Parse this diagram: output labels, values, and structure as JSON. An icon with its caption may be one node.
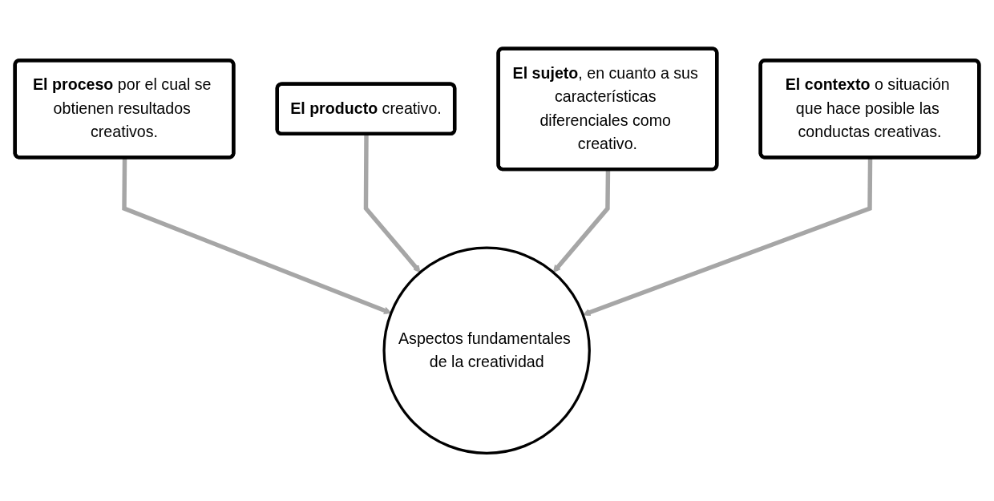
{
  "diagram": {
    "nodes": [
      {
        "text": [
          "**El proceso** por el cual se obtienen resultados creativos."
        ]
      },
      {
        "text": [
          "**El producto** creativo."
        ]
      },
      {
        "text": [
          "**El sujeto**, en cuanto a sus características diferenciales como creativo."
        ]
      },
      {
        "text": [
          "**El contexto** o situación que hace posible las conductas creativas."
        ]
      },
      {
        "text": [
          "Aspectos fundamentales de la creatividad"
        ]
      }
    ],
    "edges": [
      {
        "from": 0,
        "to": 4,
        "arrow": "to",
        "color": "#a6a6a6"
      },
      {
        "from": 1,
        "to": 4,
        "arrow": "to",
        "color": "#a6a6a6"
      },
      {
        "from": 2,
        "to": 4,
        "arrow": "to",
        "color": "#a6a6a6"
      },
      {
        "from": 3,
        "to": 4,
        "arrow": "to",
        "color": "#a6a6a6"
      }
    ]
  }
}
